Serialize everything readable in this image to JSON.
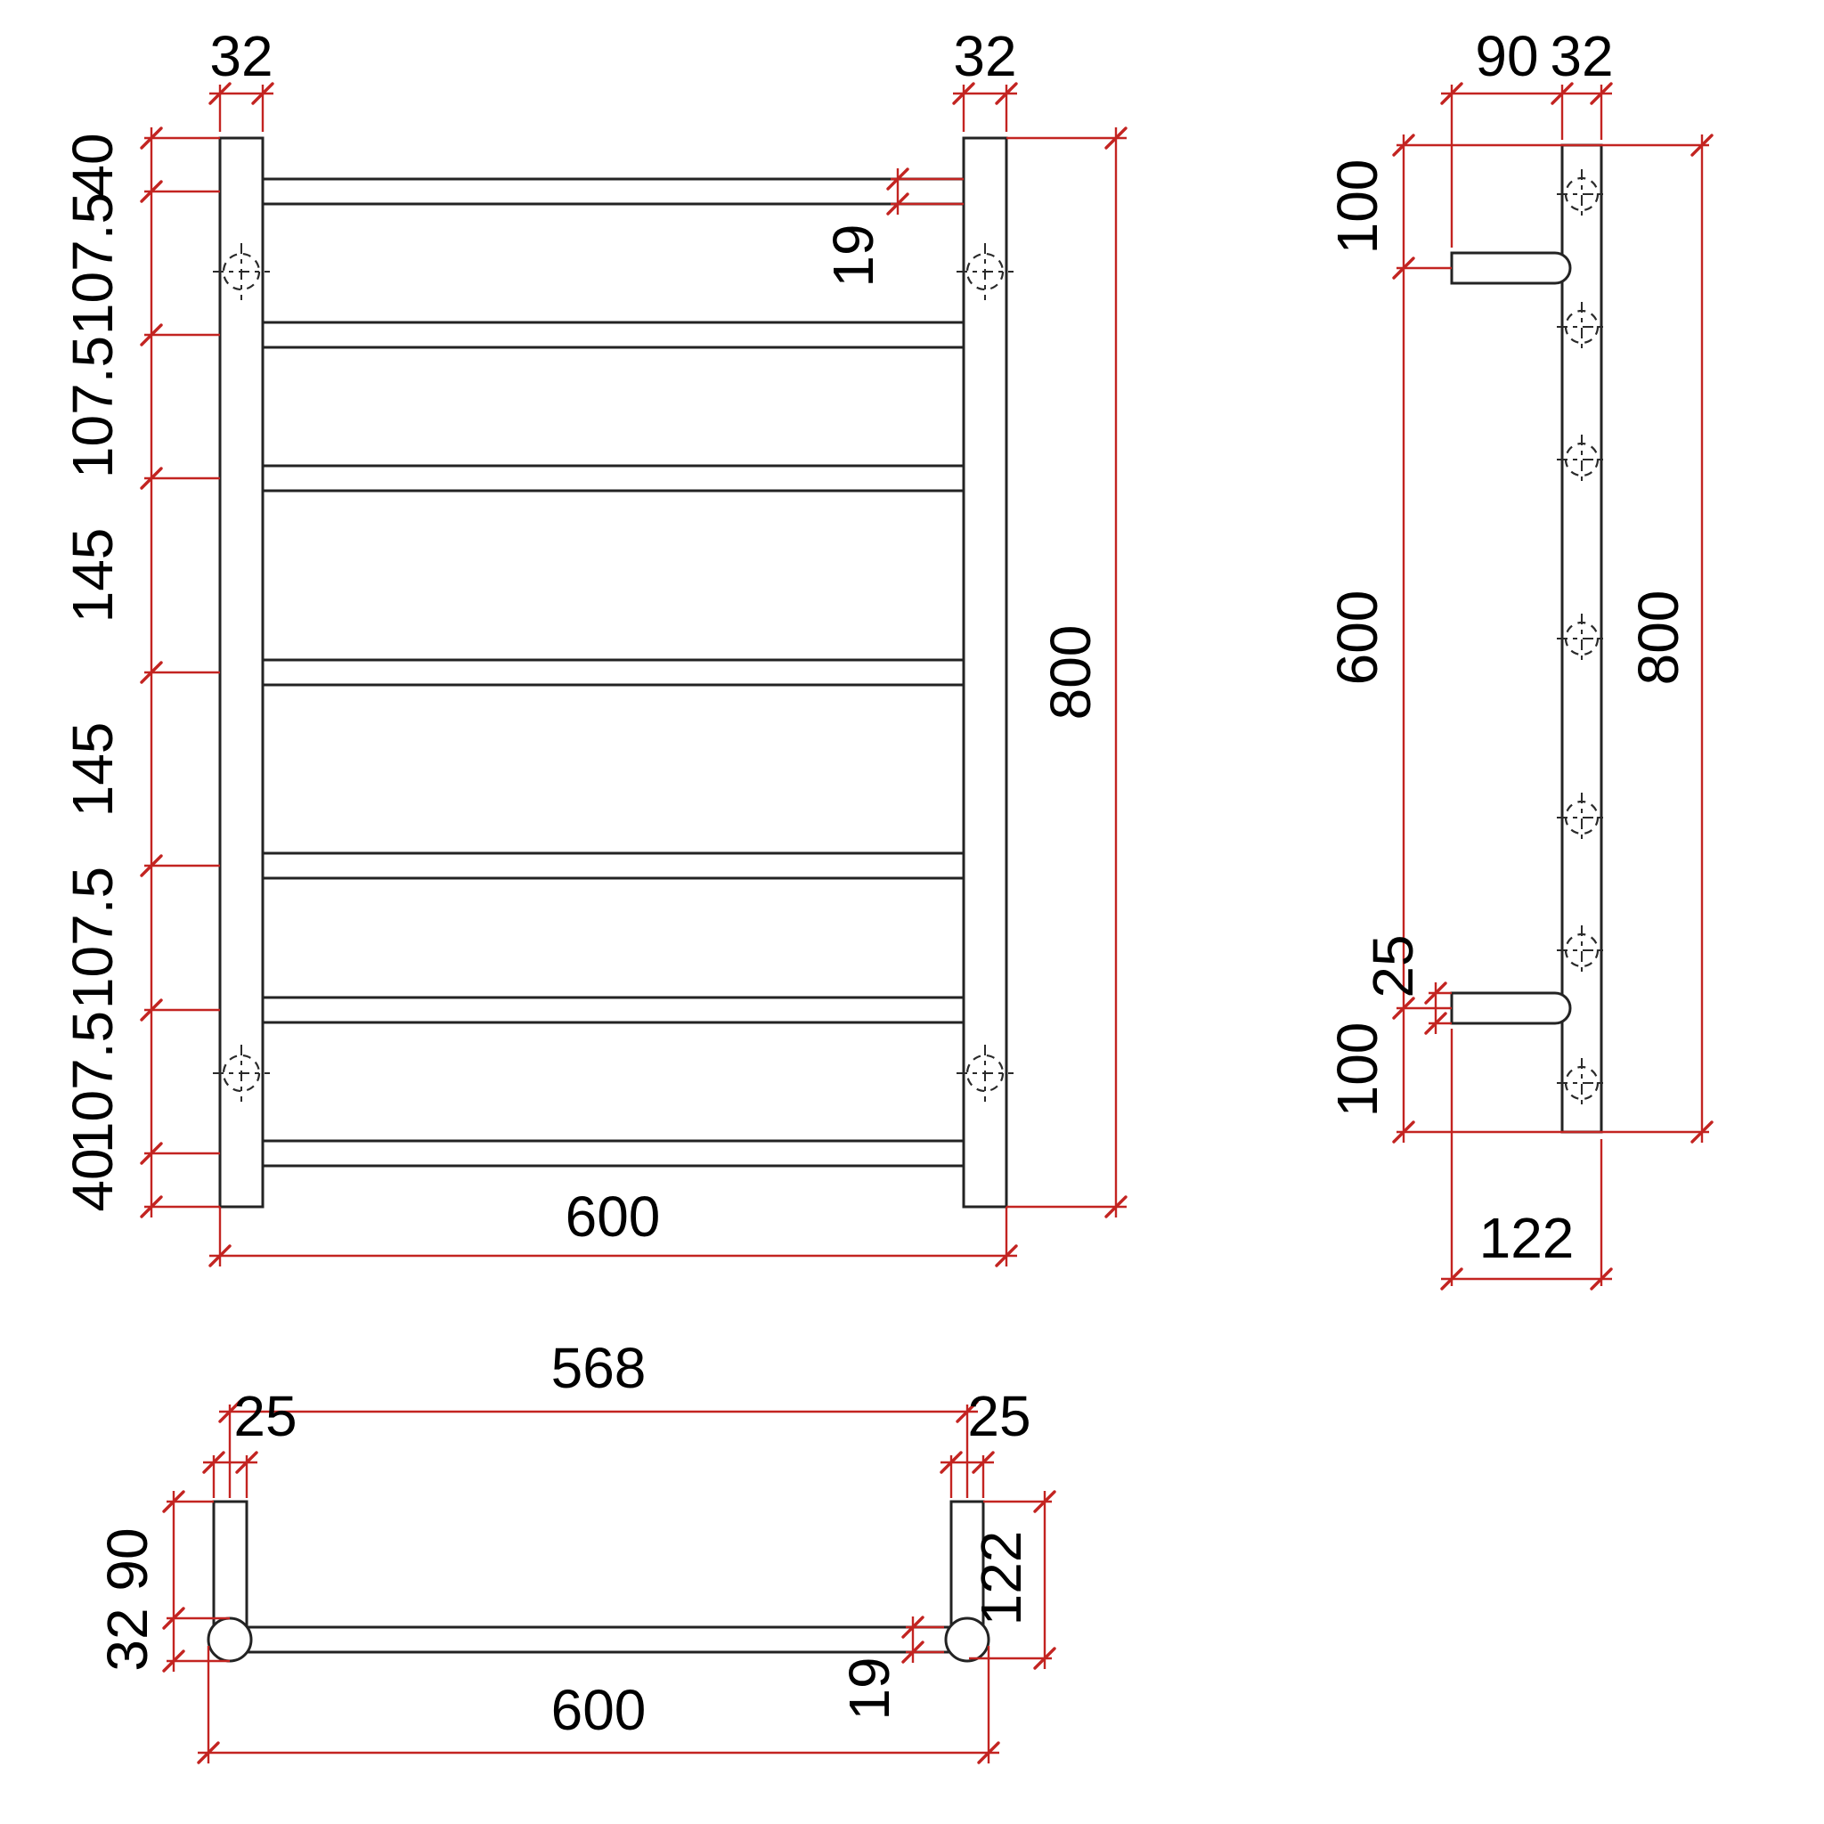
{
  "colors": {
    "background": "#ffffff",
    "part_line": "#232323",
    "dimension_line": "#c32421",
    "text": "#000000"
  },
  "front_view": {
    "post_width_left": "32",
    "post_width_right": "32",
    "height_chain": [
      "40",
      "107.5",
      "107.5",
      "145",
      "145",
      "107.5",
      "107.5",
      "40"
    ],
    "bar_thickness": "19",
    "overall_height": "800",
    "overall_width": "600"
  },
  "side_view": {
    "bracket_length": "90",
    "post_width": "32",
    "bracket_top_offset": "100",
    "bracket_spacing": "600",
    "bracket_bottom_offset": "100",
    "bracket_thickness": "25",
    "overall_height": "800",
    "overall_depth": "122"
  },
  "top_view": {
    "post_centre_spacing": "568",
    "bracket_width_left": "25",
    "bracket_width_right": "25",
    "bracket_length": "90",
    "post_diameter": "32",
    "bar_diameter": "19",
    "overall_width": "600",
    "overall_depth": "122"
  }
}
